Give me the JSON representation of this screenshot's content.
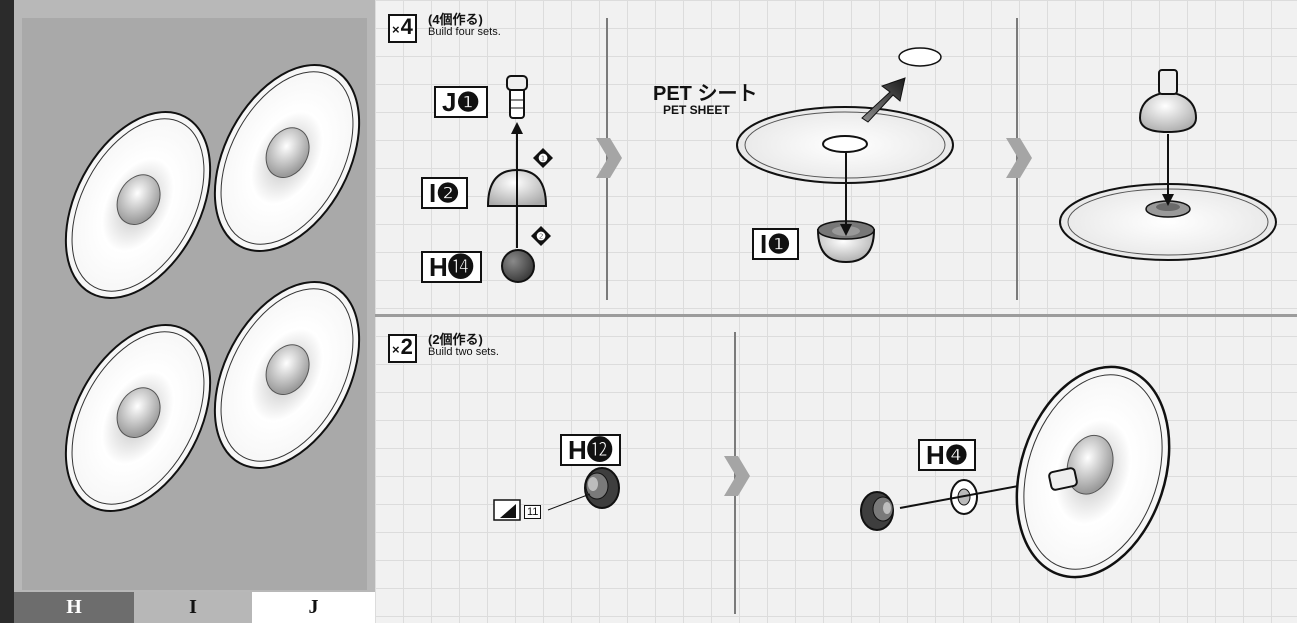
{
  "runner": {
    "legend": [
      "H",
      "I",
      "J"
    ],
    "colors": {
      "H": "#6d6d6d",
      "I": "#b7b7b7",
      "J": "#ffffff"
    }
  },
  "step_top": {
    "multiplier_prefix": "×",
    "multiplier": "4",
    "note_jp": "(4個作る)",
    "note_en": "Build four sets.",
    "parts": [
      "J❶",
      "I❷",
      "H⓮"
    ],
    "order_markers": [
      "❶",
      "❷"
    ],
    "pet_jp": "PET シート",
    "pet_en": "PET SHEET",
    "sheet_part": "I❶"
  },
  "step_bottom": {
    "multiplier_prefix": "×",
    "multiplier": "2",
    "note_jp": "(2個作る)",
    "note_en": "Build two sets.",
    "part_a": "H⓬",
    "sticker_number": "11",
    "part_b": "H❹"
  },
  "icons": [
    "arrow-right-icon",
    "arrow-right-icon",
    "arrow-right-icon",
    "sticker-icon"
  ]
}
